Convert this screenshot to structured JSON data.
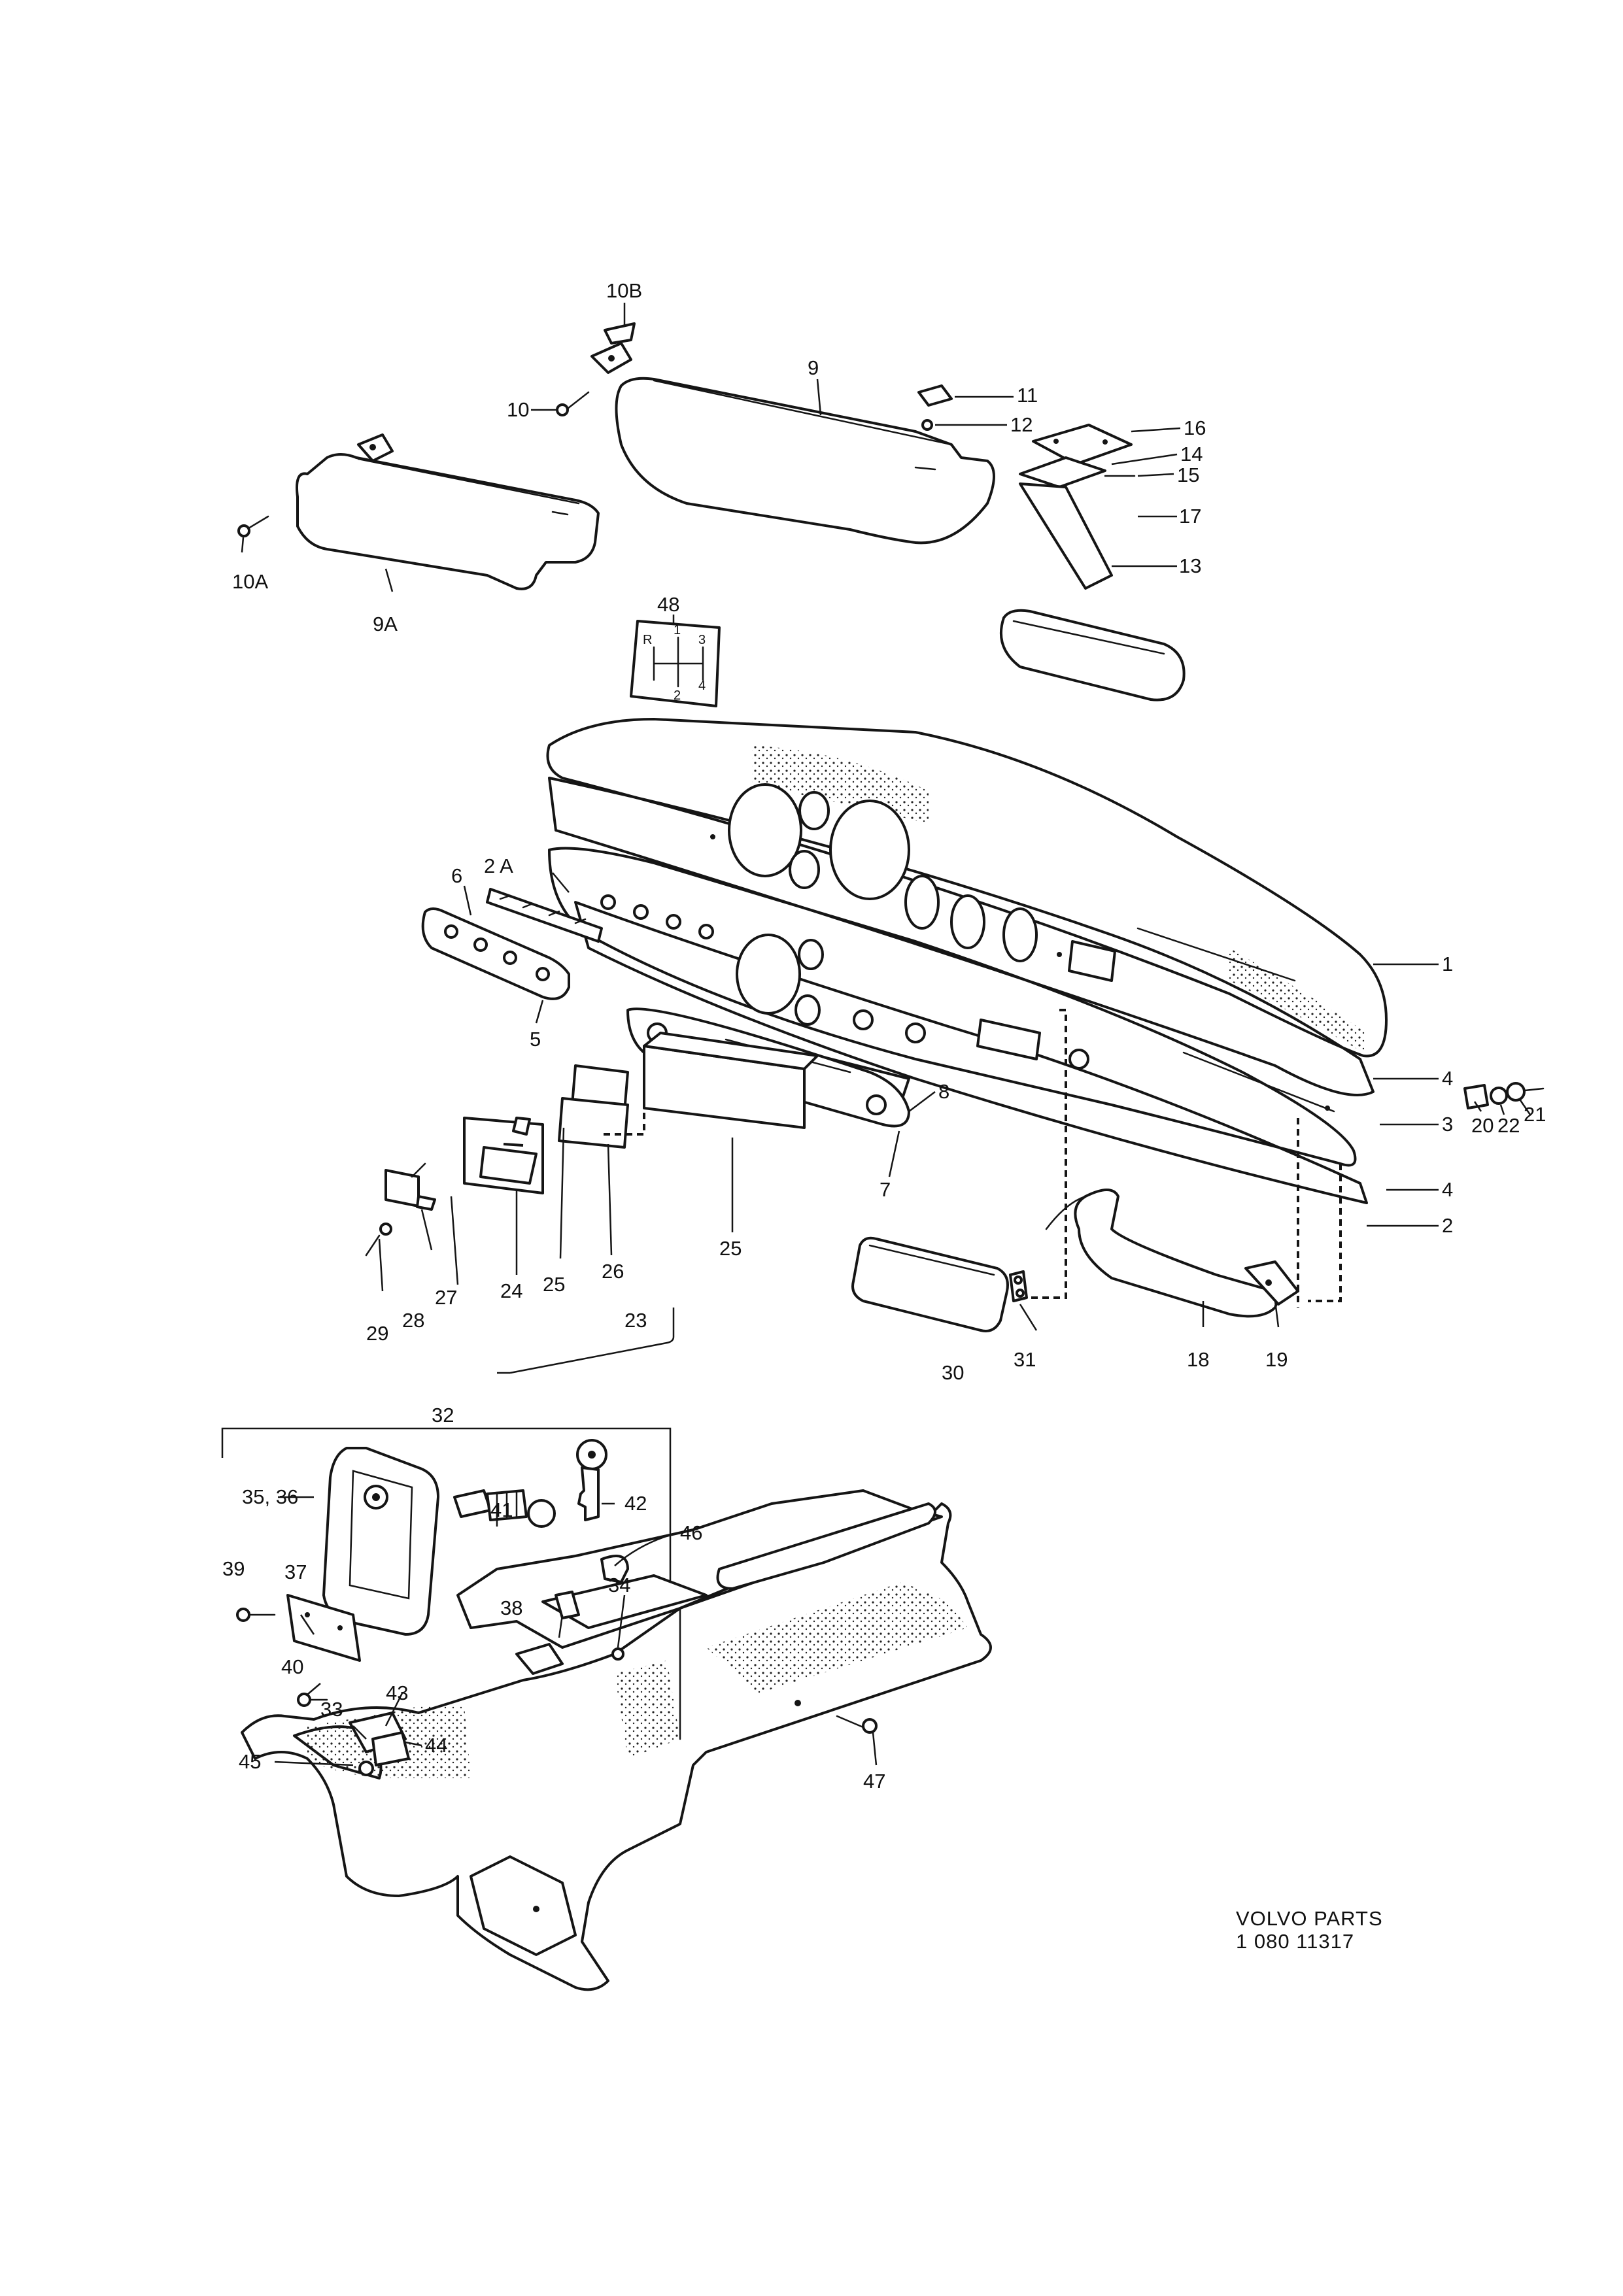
{
  "document": {
    "brand_line": "VOLVO PARTS",
    "code_line": "1 080 11317"
  },
  "callouts": {
    "c1": "1",
    "c2": "2",
    "c2A": "2 A",
    "c3": "3",
    "c4a": "4",
    "c4b": "4",
    "c5": "5",
    "c6": "6",
    "c7": "7",
    "c8": "8",
    "c9": "9",
    "c9A": "9A",
    "c10": "10",
    "c10A": "10A",
    "c10B": "10B",
    "c11": "11",
    "c12": "12",
    "c13": "13",
    "c14": "14",
    "c15": "15",
    "c16": "16",
    "c17": "17",
    "c18": "18",
    "c19": "19",
    "c20": "20",
    "c21": "21",
    "c22": "22",
    "c23": "23",
    "c24": "24",
    "c25a": "25",
    "c25b": "25",
    "c26": "26",
    "c27": "27",
    "c28": "28",
    "c29": "29",
    "c30": "30",
    "c31": "31",
    "c32": "32",
    "c33": "33",
    "c34": "34",
    "c35_36": "35, 36",
    "c37": "37",
    "c38": "38",
    "c39": "39",
    "c40": "40",
    "c41": "41",
    "c42": "42",
    "c43": "43",
    "c44": "44",
    "c45": "45",
    "c46": "46",
    "c47": "47",
    "c48": "48"
  },
  "shift_pattern": {
    "reverse": "R",
    "g1": "1",
    "g2": "2",
    "g3": "3",
    "g4": "4"
  }
}
